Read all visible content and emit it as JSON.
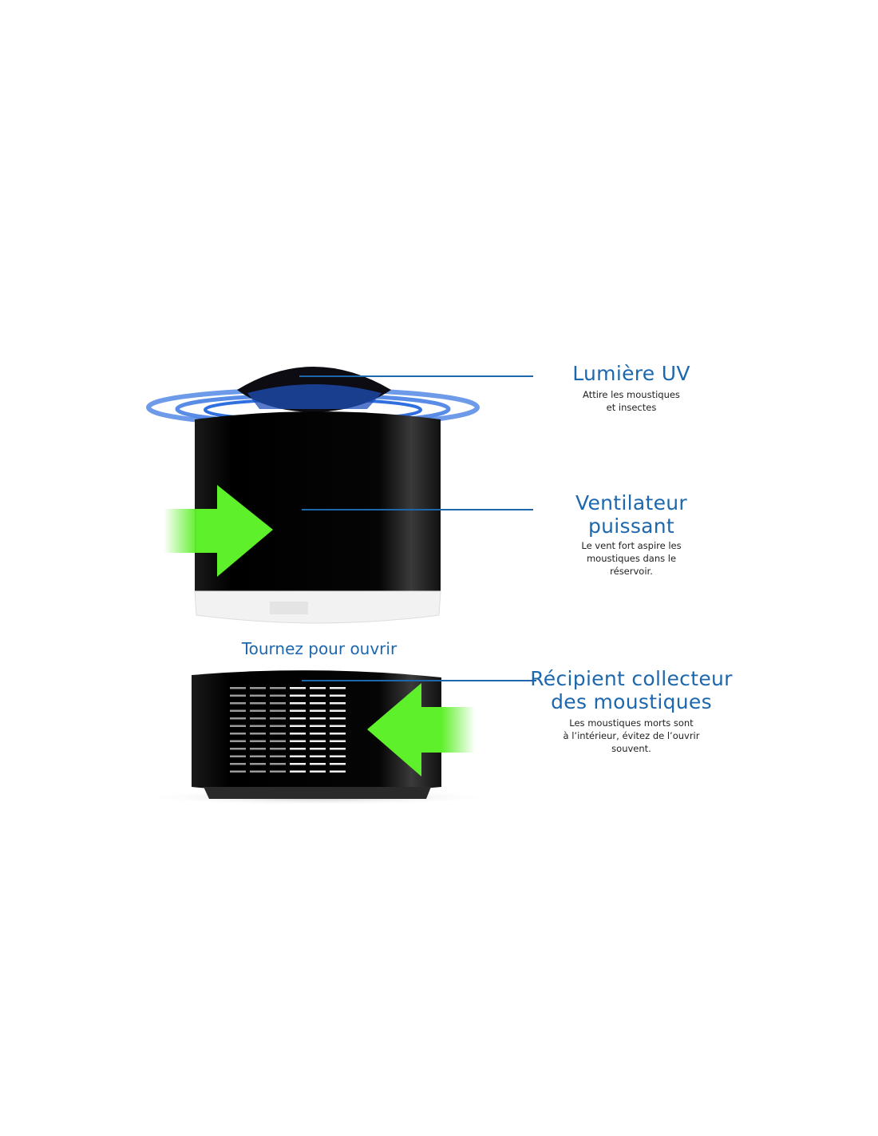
{
  "colors": {
    "accent": "#1d67ad",
    "arrow": "#5ef02a",
    "device": "#0a0a0a"
  },
  "features": [
    {
      "title_lines": [
        "Lumière UV"
      ],
      "desc_lines": [
        "Attire les moustiques",
        "et insectes"
      ]
    },
    {
      "title_lines": [
        "Ventilateur",
        "puissant"
      ],
      "desc_lines": [
        "Le vent fort aspire les",
        "moustiques dans le",
        "réservoir."
      ]
    },
    {
      "title_lines": [
        "Récipient collecteur",
        "des moustiques"
      ],
      "desc_lines": [
        "Les moustiques morts sont",
        "à l’intérieur, évitez de l’ouvrir",
        "souvent."
      ]
    }
  ],
  "open_hint": "Tournez pour ouvrir"
}
